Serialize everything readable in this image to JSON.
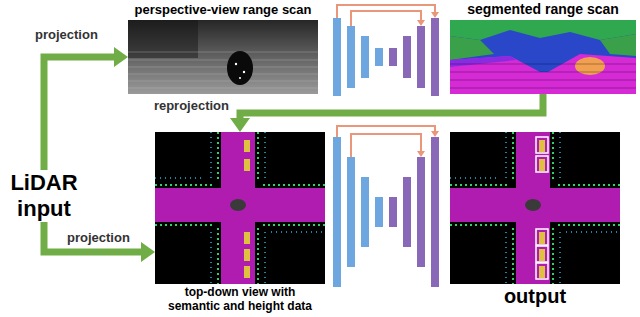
{
  "diagram": {
    "nodes": [
      {
        "text": [
          "LiDAR input"
        ]
      },
      {
        "text": [
          "perspective-view range scan"
        ]
      },
      {
        "text": [
          "segmented range scan"
        ]
      },
      {
        "text": [
          "top-down view with semantic and height data"
        ]
      },
      {
        "text": [
          "output"
        ]
      }
    ],
    "edges": [
      {
        "from": 0,
        "to": 1,
        "arrow": "to",
        "label": "projection"
      },
      {
        "from": 2,
        "to": 3,
        "arrow": "to",
        "label": "reprojection"
      },
      {
        "from": 0,
        "to": 3,
        "arrow": "to",
        "label": "projection"
      }
    ]
  }
}
